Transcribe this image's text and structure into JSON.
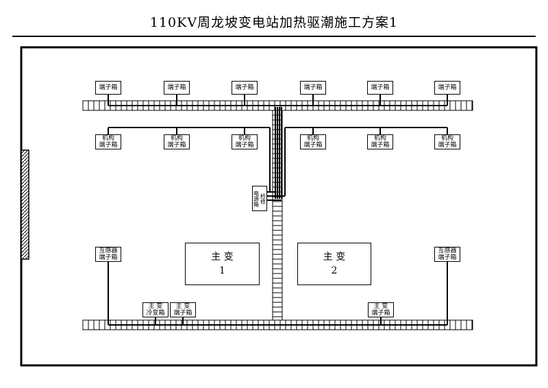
{
  "title": "110KV周龙坡变电站加热驱潮施工方案1",
  "colors": {
    "line": "#000000",
    "background": "#ffffff"
  },
  "terminal_box": "端子箱",
  "mech_terminal_box": [
    "机构",
    "端子箱"
  ],
  "ct_terminal_box": [
    "互感器",
    "端子箱"
  ],
  "transformer_1": [
    "主 变",
    "1"
  ],
  "transformer_2": [
    "主 变",
    "2"
  ],
  "transformer_cooling_box": [
    "主 变",
    "冷变箱"
  ],
  "transformer_terminal_box": [
    "主 变",
    "端子箱"
  ],
  "maintenance_box": [
    "检修",
    "电源箱"
  ]
}
